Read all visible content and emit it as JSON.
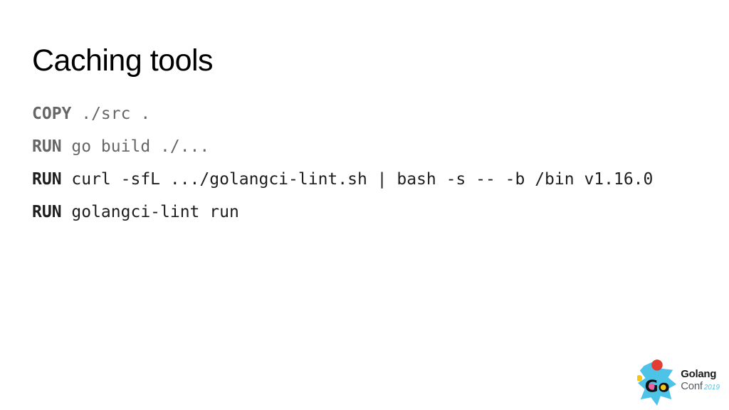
{
  "slide": {
    "title": "Caching tools",
    "code_lines": [
      {
        "keyword": "COPY",
        "rest": " ./src ."
      },
      {
        "keyword": "RUN",
        "rest": " go build ./..."
      },
      {
        "keyword": "RUN",
        "rest": " curl -sfL .../golangci-lint.sh | bash -s -- -b /bin v1.16.0"
      },
      {
        "keyword": "RUN",
        "rest": " golangci-lint run"
      }
    ]
  },
  "logo": {
    "mark_text": "Go",
    "brand": "Golang",
    "conf": "Conf",
    "year": "2019"
  },
  "colors": {
    "background": "#ffffff",
    "title": "#000000",
    "code_muted": "#666666",
    "code_dark": "#1e1e1e",
    "logo_blue": "#4ec3e8",
    "logo_red": "#e23c33",
    "logo_yellow": "#f5c518",
    "logo_pink": "#f0609e",
    "logo_go_black": "#111111",
    "logo_brand_dark": "#1a1a1a",
    "logo_conf_gray": "#555b60",
    "logo_year_blue": "#58c0dd"
  }
}
